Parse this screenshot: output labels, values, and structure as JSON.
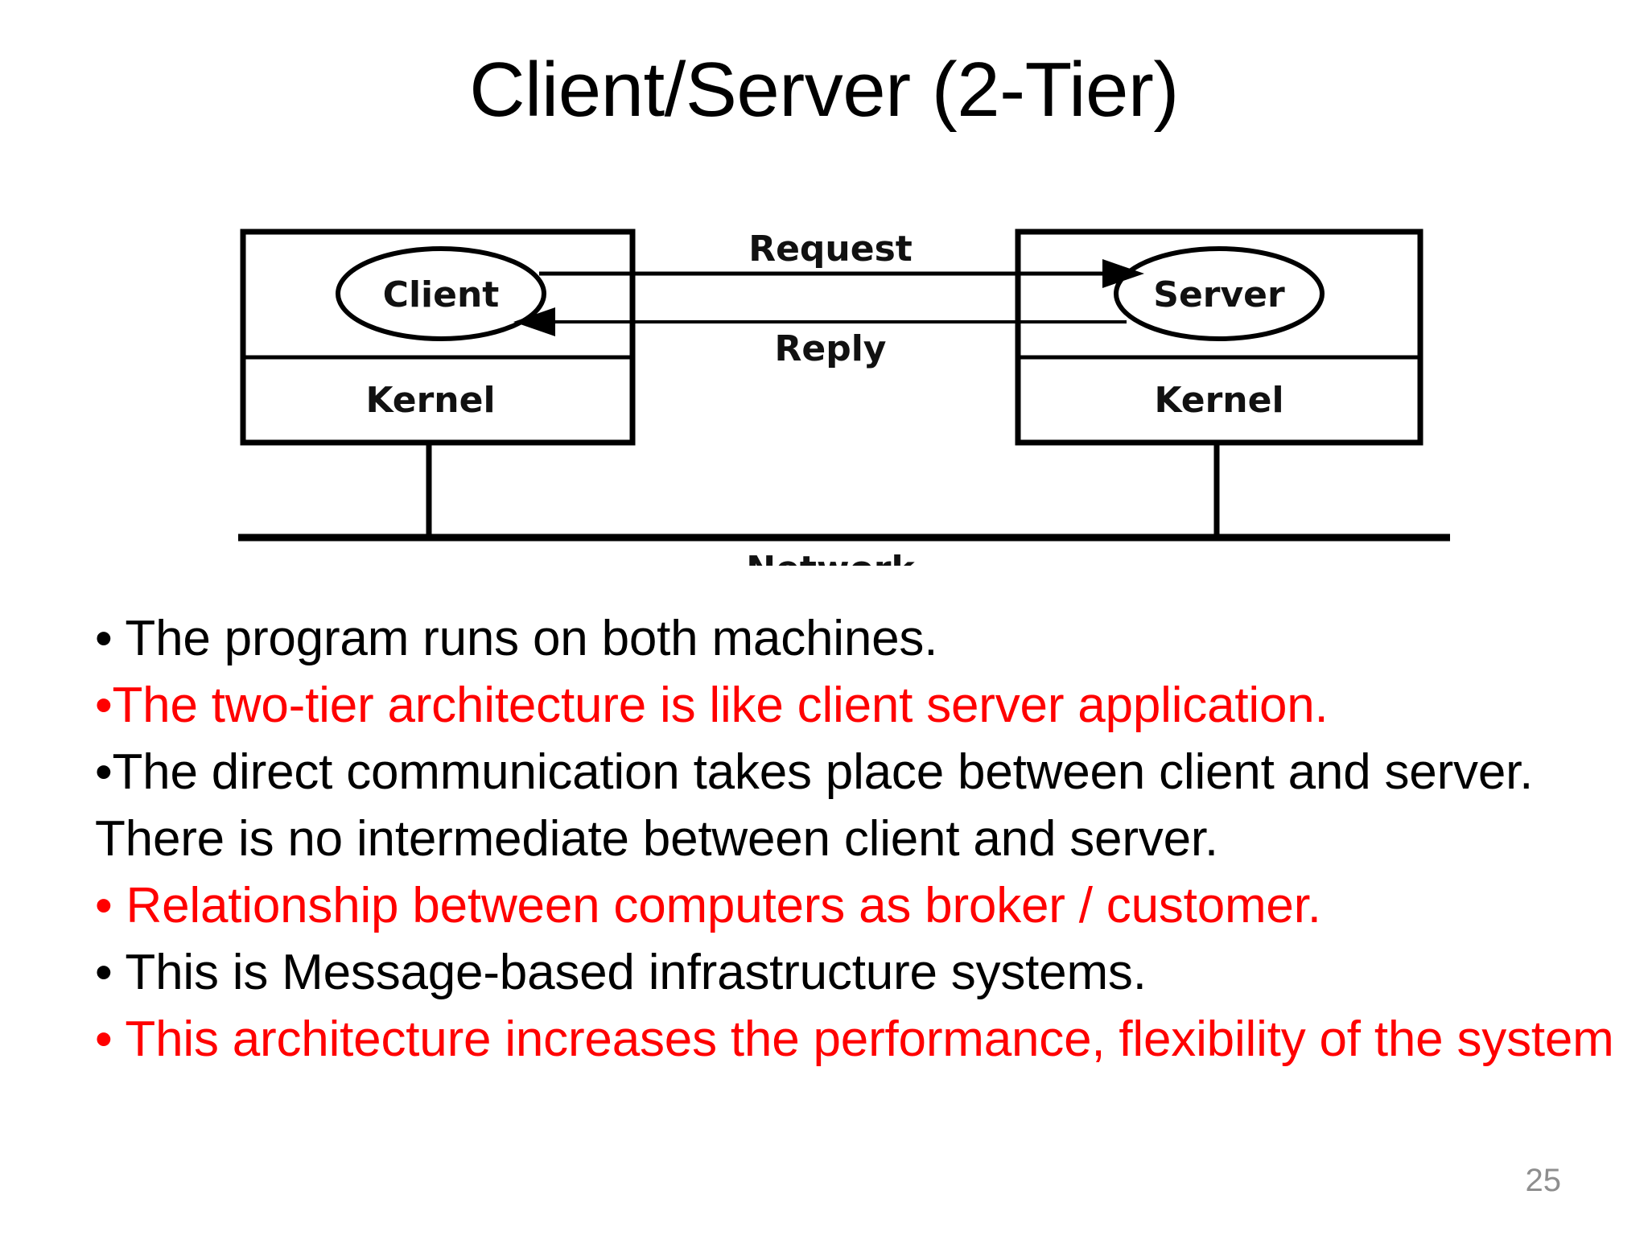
{
  "slide": {
    "title": "Client/Server (2-Tier)",
    "page_number": "25",
    "page_number_color": "#8E8E8E",
    "background_color": "#FFFFFF"
  },
  "diagram": {
    "name": "client-server-two-tier-diagram",
    "client_box": {
      "process_label": "Client",
      "kernel_label": "Kernel"
    },
    "server_box": {
      "process_label": "Server",
      "kernel_label": "Kernel"
    },
    "arrows": {
      "request_label": "Request",
      "reply_label": "Reply"
    },
    "network_label": "Network",
    "line_color": "#000000"
  },
  "body": {
    "bullets": [
      {
        "marker": "•",
        "text": "• The program runs on both machines.",
        "color": "#000000"
      },
      {
        "marker": "•",
        "text": "•The two-tier architecture is like client server application.",
        "color": "#FF0000"
      },
      {
        "marker": "•",
        "text": "•The direct communication takes place between client and server.",
        "color": "#000000"
      },
      {
        "marker": "",
        "text": "There is no intermediate between client and server.",
        "color": "#000000"
      },
      {
        "marker": "•",
        "text": "• Relationship between computers as broker / customer.",
        "color": "#FF0000"
      },
      {
        "marker": "•",
        "text": "•  This is Message-based infrastructure systems.",
        "color": "#000000"
      },
      {
        "marker": "•",
        "text": "• This architecture increases the performance, flexibility of the system",
        "color": "#FF0000"
      }
    ]
  },
  "colors": {
    "accent_red": "#FF0000",
    "text_black": "#000000",
    "page_gray": "#8E8E8E"
  }
}
